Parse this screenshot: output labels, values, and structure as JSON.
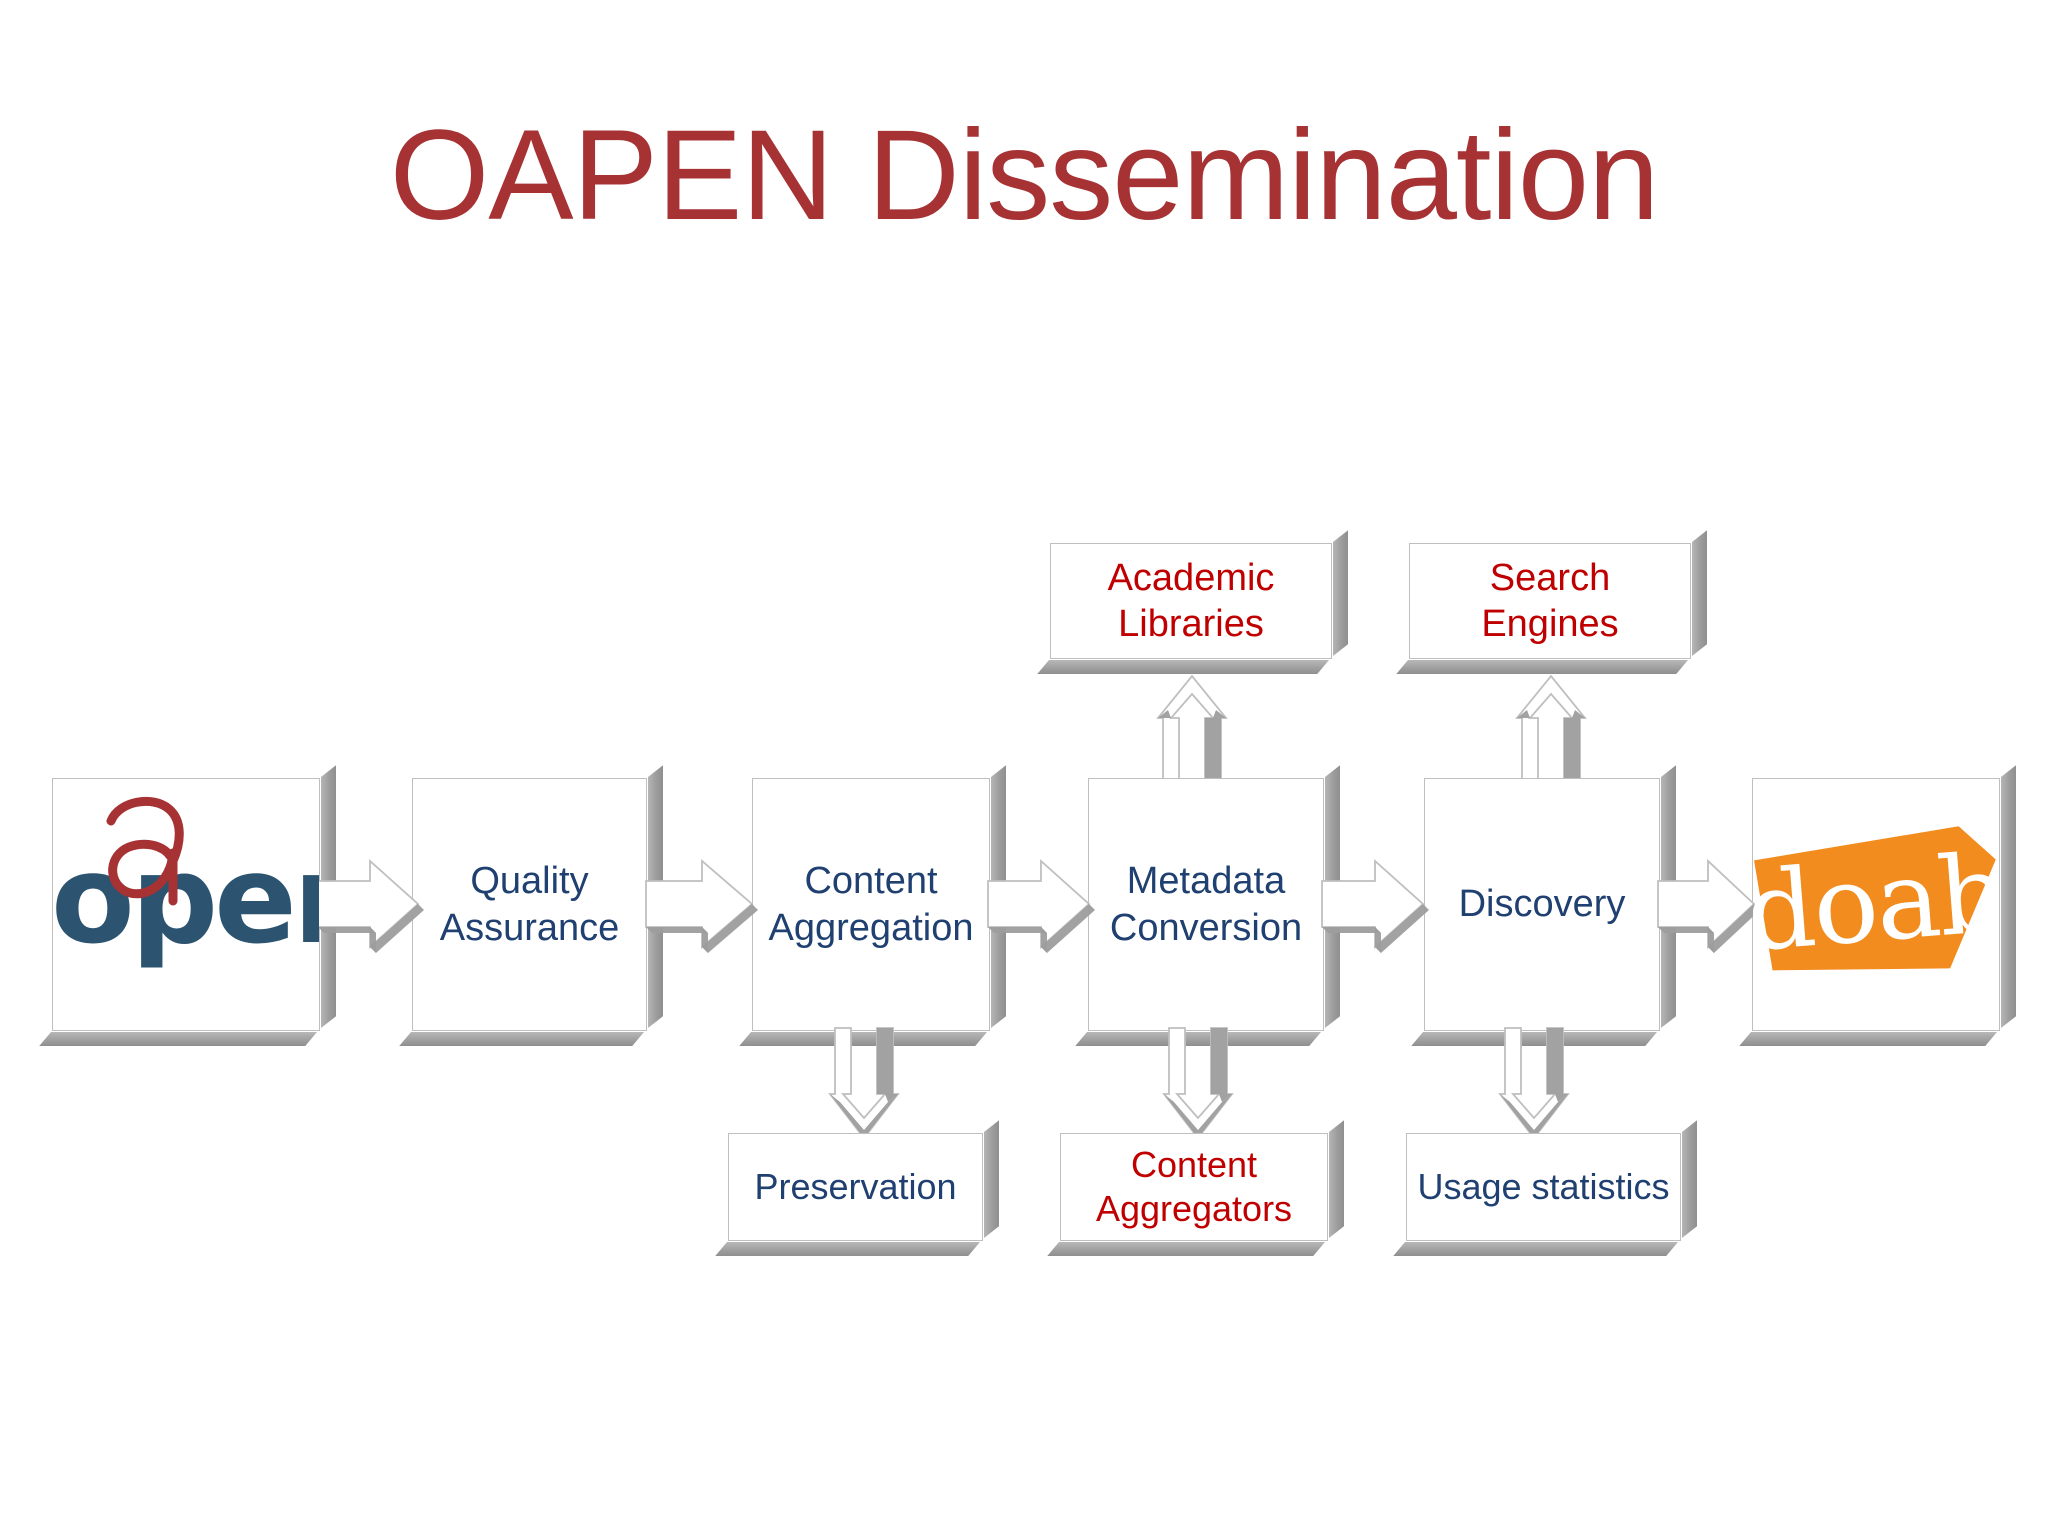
{
  "slide": {
    "title": "OAPEN Dissemination",
    "title_color": "#a63234",
    "background": "#ffffff"
  },
  "palette": {
    "blue_text": "#1f4070",
    "red_text": "#c00000",
    "box_border": "#bfbfbf",
    "box_fill": "#ffffff",
    "shadow_gray": "#9d9d9d",
    "doab_orange": "#f28c1e",
    "oapen_blue": "#2c5470",
    "oapen_red": "#a63234"
  },
  "diagram": {
    "main_flow": [
      {
        "id": "oapen",
        "type": "logo",
        "logo": "oapen-logo",
        "label": "open",
        "accent_letter": "a"
      },
      {
        "id": "quality-assurance",
        "type": "process",
        "label": "Quality\nAssurance",
        "line1": "Quality",
        "line2": "Assurance",
        "color": "#1f4070"
      },
      {
        "id": "content-aggregation",
        "type": "process",
        "label": "Content\nAggregation",
        "line1": "Content",
        "line2": "Aggregation",
        "color": "#1f4070"
      },
      {
        "id": "metadata-conversion",
        "type": "process",
        "label": "Metadata\nConversion",
        "line1": "Metadata",
        "line2": "Conversion",
        "color": "#1f4070"
      },
      {
        "id": "discovery",
        "type": "process",
        "label": "Discovery",
        "line1": "Discovery",
        "line2": "",
        "color": "#1f4070"
      },
      {
        "id": "doab",
        "type": "logo",
        "logo": "doab-logo",
        "label": "doab"
      }
    ],
    "outputs_top": [
      {
        "id": "academic-libraries",
        "line1": "Academic",
        "line2": "Libraries",
        "color": "#c00000",
        "source": "metadata-conversion"
      },
      {
        "id": "search-engines",
        "line1": "Search Engines",
        "line2": "",
        "color": "#c00000",
        "source": "discovery"
      }
    ],
    "outputs_bottom": [
      {
        "id": "preservation",
        "line1": "Preservation",
        "line2": "",
        "color": "#1f4070",
        "source": "content-aggregation"
      },
      {
        "id": "content-aggregators",
        "line1": "Content",
        "line2": "Aggregators",
        "color": "#c00000",
        "source": "metadata-conversion"
      },
      {
        "id": "usage-statistics",
        "line1": "Usage statistics",
        "line2": "",
        "color": "#1f4070",
        "source": "discovery"
      }
    ],
    "connectors": {
      "horizontal_count": 5,
      "up_count": 2,
      "down_count": 3,
      "style": "outlined-3d-block-arrow"
    }
  }
}
